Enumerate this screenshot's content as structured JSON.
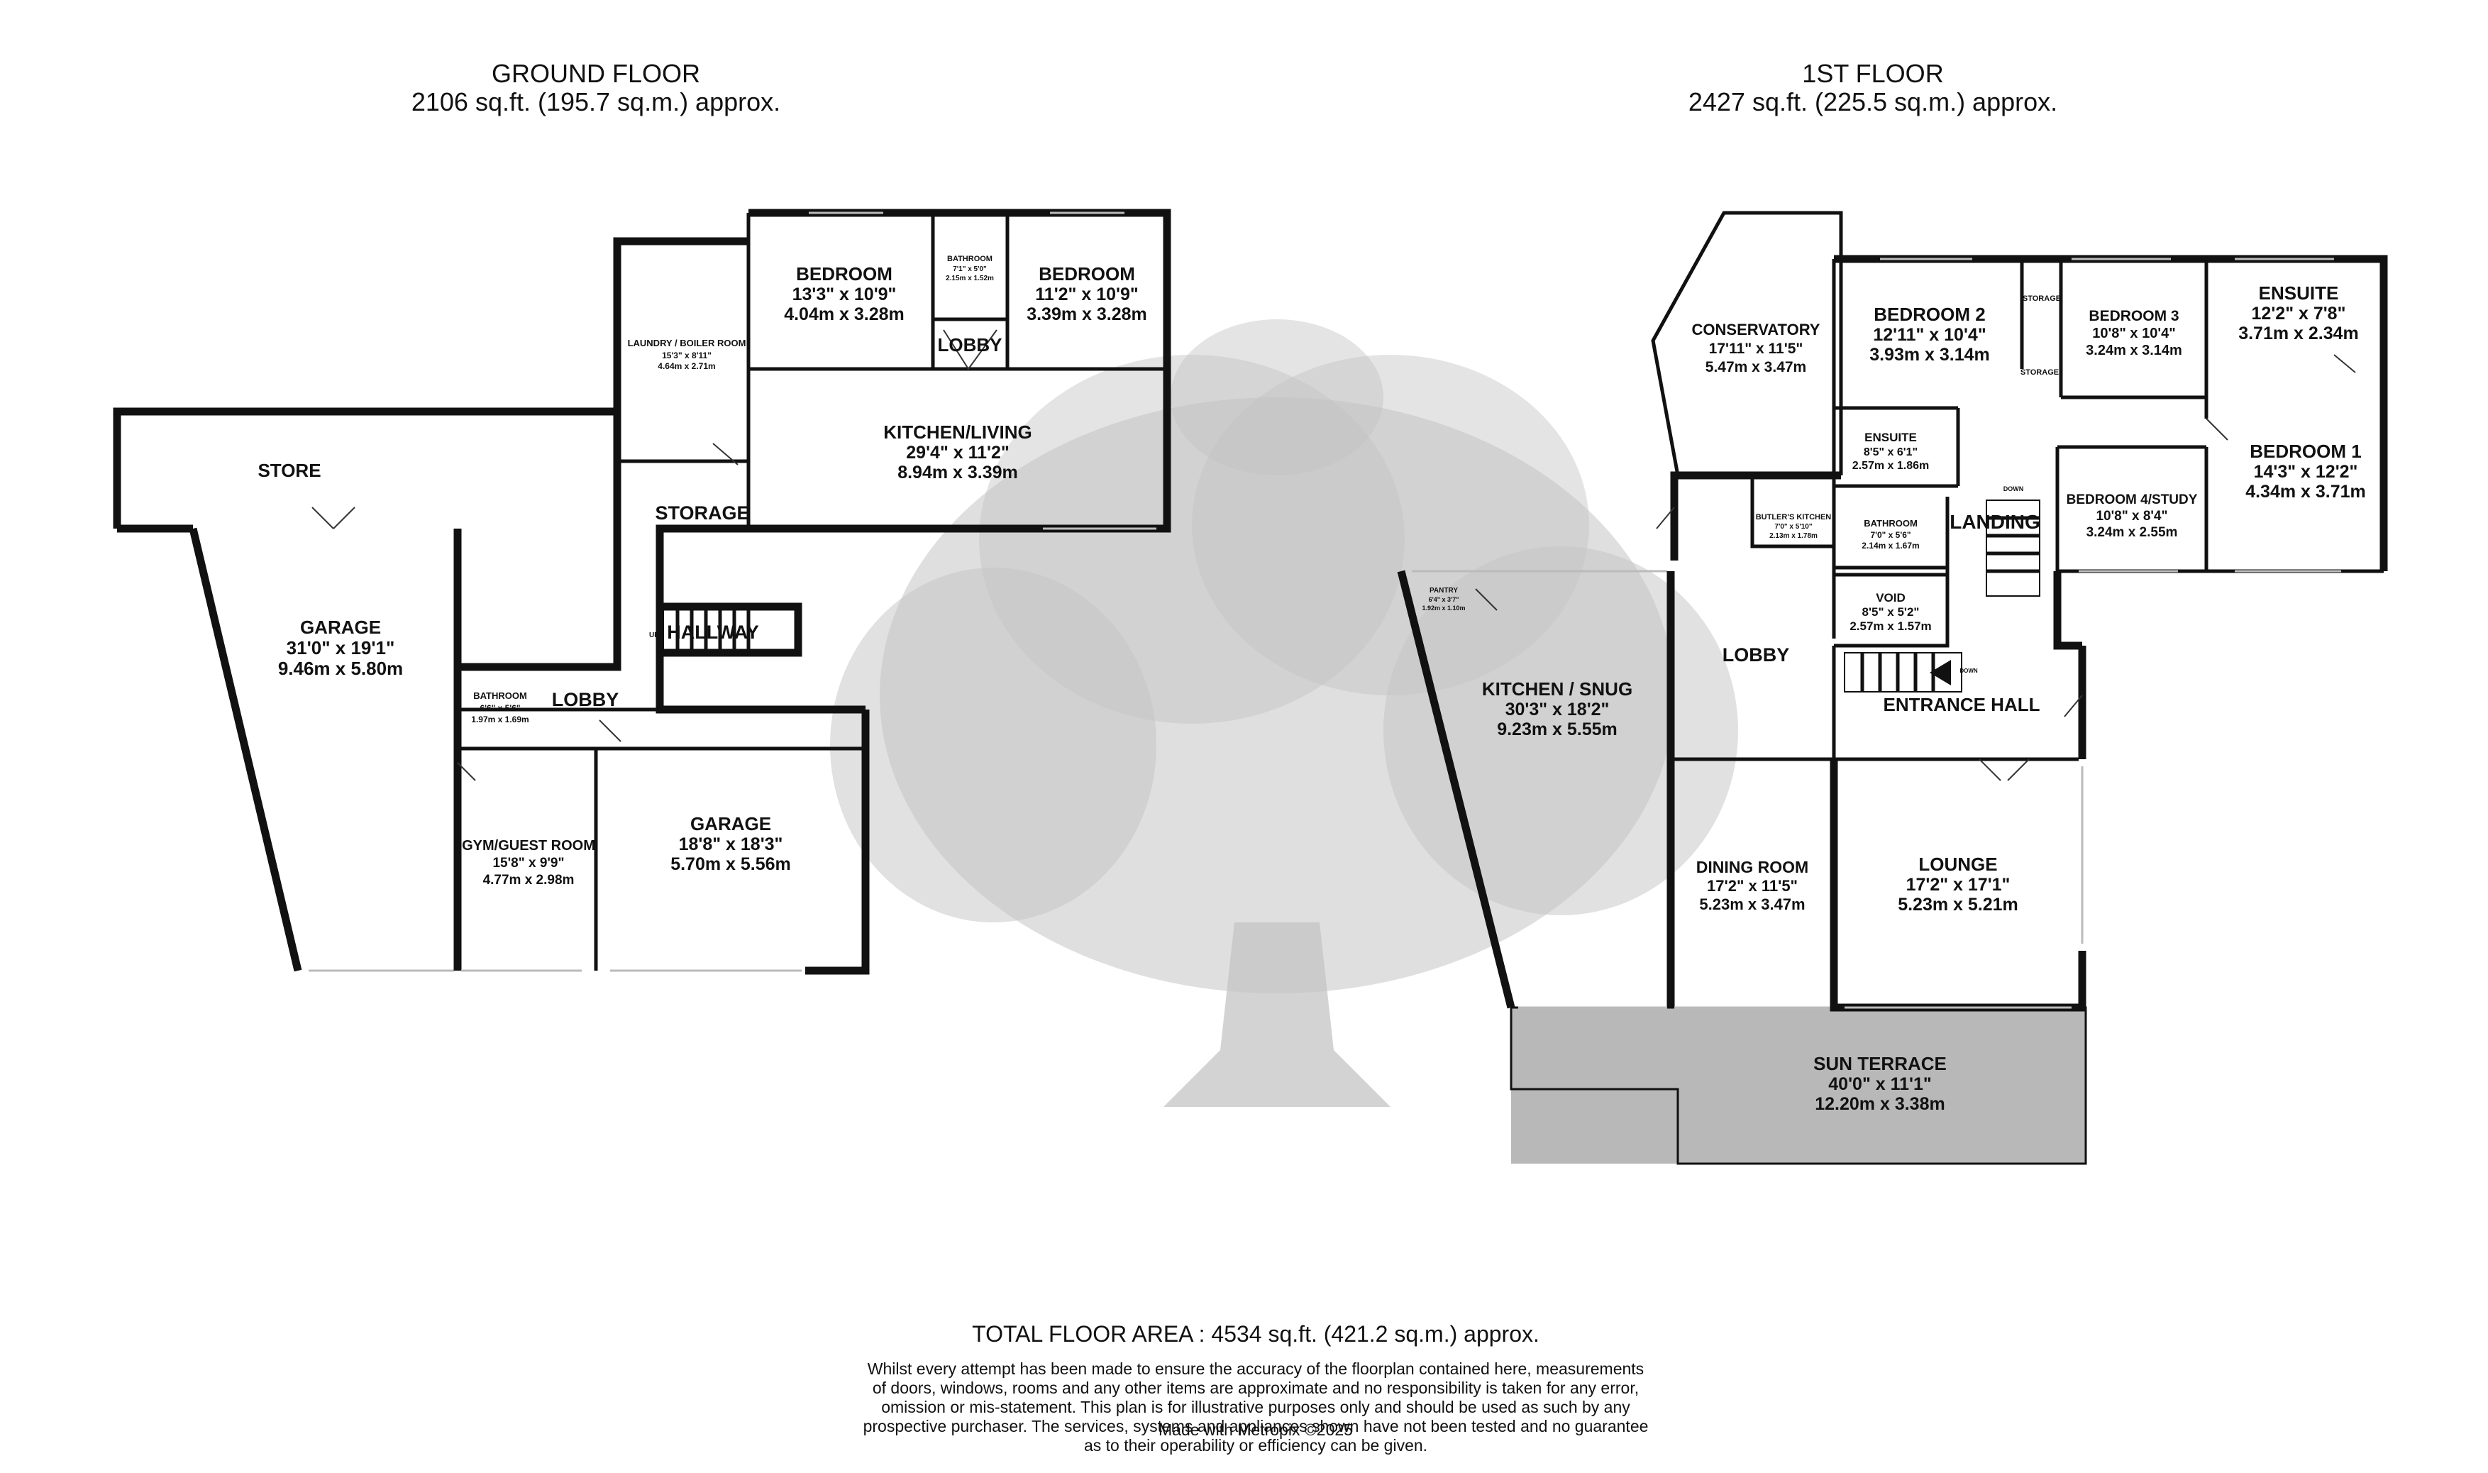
{
  "ground_floor": {
    "title": "GROUND FLOOR",
    "area": "2106 sq.ft. (195.7 sq.m.) approx.",
    "rooms": [
      {
        "name": "STORE"
      },
      {
        "name": "GARAGE",
        "imperial": "31'0\"  x 19'1\"",
        "metric": "9.46m  x 5.80m"
      },
      {
        "name": "LAUNDRY / BOILER ROOM",
        "imperial": "15'3\"  x 8'11\"",
        "metric": "4.64m  x 2.71m"
      },
      {
        "name": "BEDROOM",
        "imperial": "13'3\"  x 10'9\"",
        "metric": "4.04m  x 3.28m"
      },
      {
        "name": "BATHROOM",
        "imperial": "7'1\"  x 5'0\"",
        "metric": "2.15m  x 1.52m"
      },
      {
        "name": "BEDROOM",
        "imperial": "11'2\"  x 10'9\"",
        "metric": "3.39m  x 3.28m"
      },
      {
        "name": "LOBBY"
      },
      {
        "name": "KITCHEN/LIVING",
        "imperial": "29'4\"  x 11'2\"",
        "metric": "8.94m  x 3.39m"
      },
      {
        "name": "STORAGE"
      },
      {
        "name": "HALLWAY"
      },
      {
        "name": "BATHROOM",
        "imperial": "6'6\"  x 5'6\"",
        "metric": "1.97m  x 1.69m"
      },
      {
        "name": "LOBBY"
      },
      {
        "name": "GYM/GUEST ROOM",
        "imperial": "15'8\"  x 9'9\"",
        "metric": "4.77m  x 2.98m"
      },
      {
        "name": "GARAGE",
        "imperial": "18'8\"  x 18'3\"",
        "metric": "5.70m  x 5.56m"
      }
    ],
    "stair_label": "UP"
  },
  "first_floor": {
    "title": "1ST FLOOR",
    "area": "2427 sq.ft. (225.5 sq.m.) approx.",
    "rooms": [
      {
        "name": "CONSERVATORY",
        "imperial": "17'11\"  x 11'5\"",
        "metric": "5.47m  x 3.47m"
      },
      {
        "name": "BEDROOM 2",
        "imperial": "12'11\"  x 10'4\"",
        "metric": "3.93m  x 3.14m"
      },
      {
        "name": "STORAGE"
      },
      {
        "name": "BEDROOM 3",
        "imperial": "10'8\"  x 10'4\"",
        "metric": "3.24m  x 3.14m"
      },
      {
        "name": "STORAGE"
      },
      {
        "name": "ENSUITE",
        "imperial": "12'2\"  x 7'8\"",
        "metric": "3.71m  x 2.34m"
      },
      {
        "name": "ENSUITE",
        "imperial": "8'5\"  x 6'1\"",
        "metric": "2.57m  x 1.86m"
      },
      {
        "name": "BEDROOM 1",
        "imperial": "14'3\"  x 12'2\"",
        "metric": "4.34m  x 3.71m"
      },
      {
        "name": "BUTLER'S KITCHEN",
        "imperial": "7'0\"  x 5'10\"",
        "metric": "2.13m  x 1.78m"
      },
      {
        "name": "BATHROOM",
        "imperial": "7'0\"  x 5'6\"",
        "metric": "2.14m  x 1.67m"
      },
      {
        "name": "LANDING"
      },
      {
        "name": "BEDROOM 4/STUDY",
        "imperial": "10'8\"  x 8'4\"",
        "metric": "3.24m  x 2.55m"
      },
      {
        "name": "PANTRY",
        "imperial": "6'4\"  x 3'7\"",
        "metric": "1.92m  x 1.10m"
      },
      {
        "name": "VOID",
        "imperial": "8'5\"  x 5'2\"",
        "metric": "2.57m  x 1.57m"
      },
      {
        "name": "KITCHEN / SNUG",
        "imperial": "30'3\"  x 18'2\"",
        "metric": "9.23m  x 5.55m"
      },
      {
        "name": "LOBBY"
      },
      {
        "name": "ENTRANCE HALL"
      },
      {
        "name": "DINING ROOM",
        "imperial": "17'2\"  x 11'5\"",
        "metric": "5.23m  x 3.47m"
      },
      {
        "name": "LOUNGE",
        "imperial": "17'2\"  x 17'1\"",
        "metric": "5.23m  x 5.21m"
      },
      {
        "name": "SUN TERRACE",
        "imperial": "40'0\"  x 11'1\"",
        "metric": "12.20m  x 3.38m"
      }
    ],
    "stair_labels": [
      "DOWN",
      "DOWN"
    ]
  },
  "footer": {
    "total": "TOTAL FLOOR AREA : 4534 sq.ft. (421.2 sq.m.) approx.",
    "disclaimer": [
      "Whilst every attempt has been made to ensure the accuracy of the floorplan contained here, measurements",
      "of doors, windows, rooms and any other items are approximate and no responsibility is taken for any error,",
      "omission or mis-statement. This plan is for illustrative purposes only and should be used as such by any",
      "prospective purchaser. The services, systems and appliances shown have not been tested and no guarantee",
      "as to their operability or efficiency can be given."
    ],
    "credit": "Made with Metropix ©2025"
  },
  "colors": {
    "wall": "#111111",
    "terrace": "#b8b8b8",
    "tree": "#c4c4c4",
    "window": "#bbbbbb"
  }
}
